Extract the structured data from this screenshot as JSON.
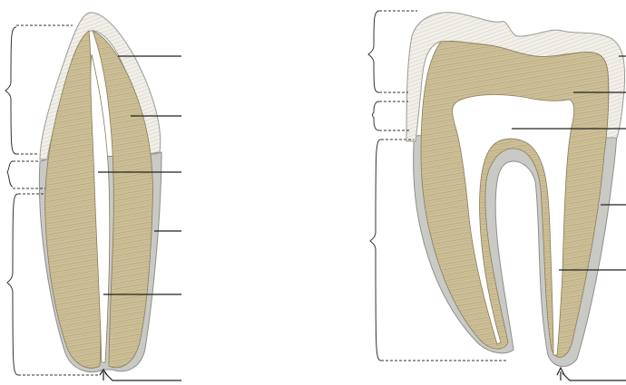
{
  "figure": {
    "background": "#ffffff",
    "colors": {
      "dentin": "#cdbf96",
      "dentin_dark": "#8f8160",
      "enamel": "#f1efe8",
      "enamel_stroke": "#9b9b96",
      "cementum": "#c9c9c6",
      "pulp": "#ffffff",
      "line": "#222222",
      "bracket": "#333333"
    },
    "incisor": {
      "parts": [
        "crown-bracket",
        "neck-bracket",
        "root-bracket",
        "enamel",
        "dentin",
        "pulp-cavity",
        "cementum",
        "root-canal",
        "apical-foramen"
      ],
      "leader_lines": 6
    },
    "molar": {
      "parts": [
        "crown-bracket",
        "neck-bracket",
        "root-bracket",
        "enamel",
        "dentin",
        "pulp-chamber",
        "cementum",
        "root-canal",
        "apical-foramen"
      ],
      "leader_lines": 6
    }
  }
}
